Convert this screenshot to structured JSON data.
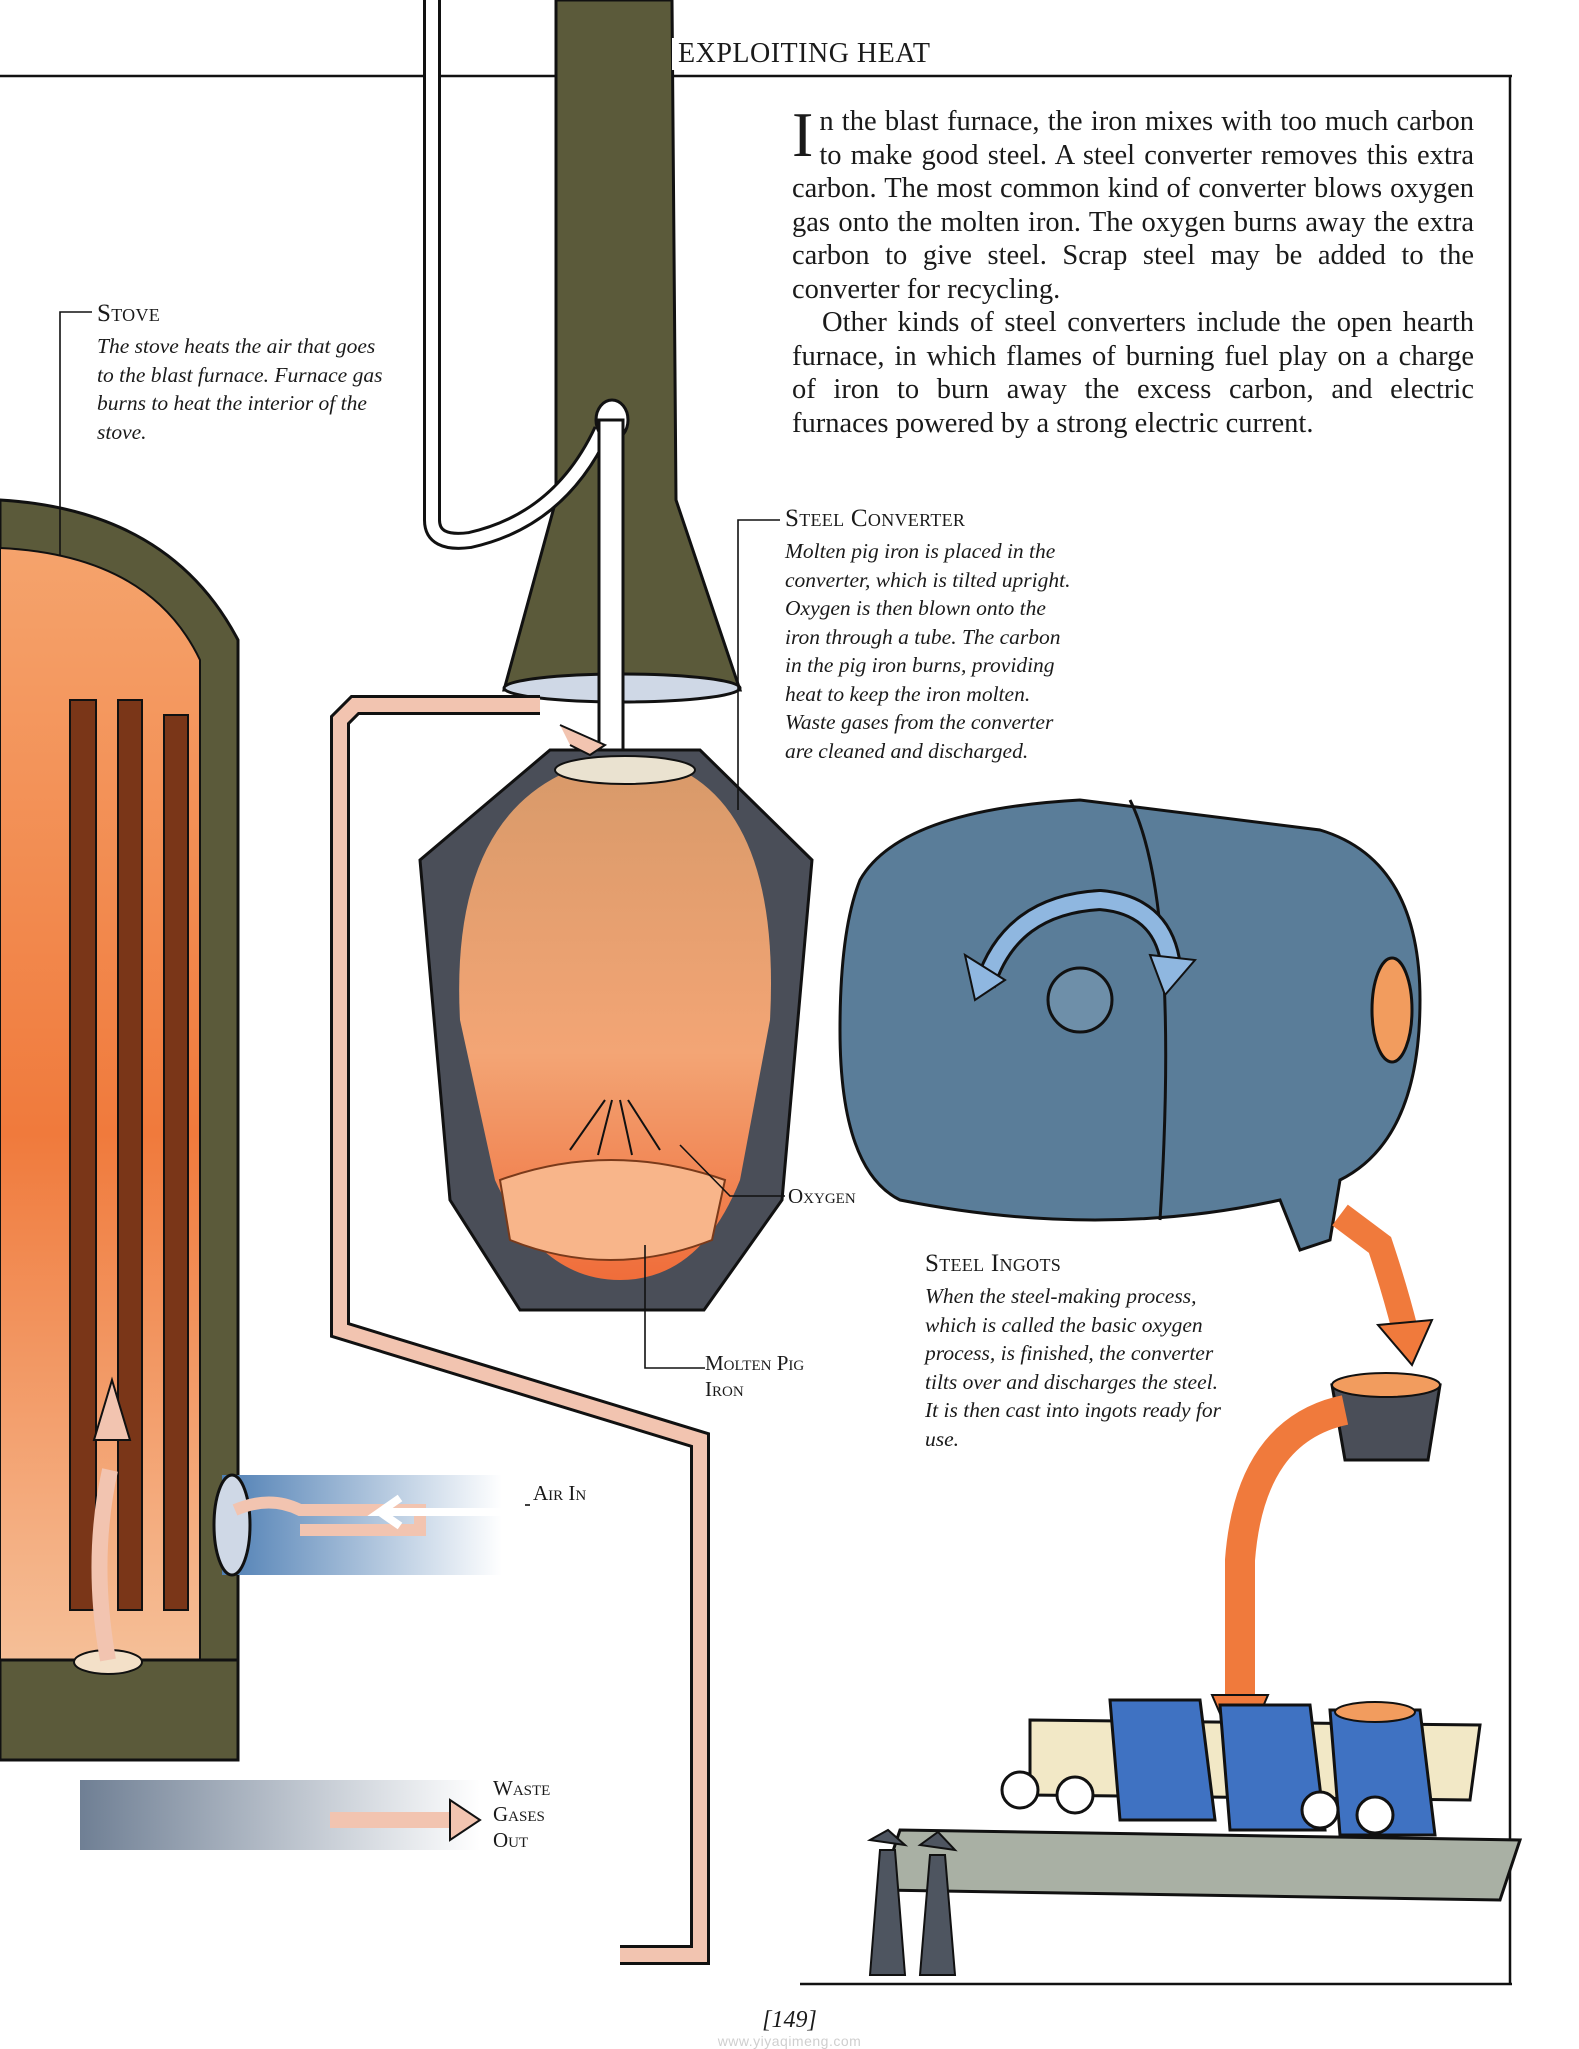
{
  "header": {
    "title": "EXPLOITING HEAT"
  },
  "intro": {
    "drop_cap": "I",
    "paragraph_1_rest": "n the blast furnace, the iron mixes with too much carbon to make good steel. A steel converter removes this extra carbon. The most common kind of converter blows oxygen gas onto the molten iron. The oxygen burns away the extra carbon to give steel. Scrap steel may be added to the converter for recycling.",
    "paragraph_2": "Other kinds of steel converters include the open hearth furnace, in which flames of burning fuel play on a charge of iron to burn away the excess carbon, and electric furnaces powered by a strong electric current."
  },
  "stove": {
    "title": "Stove",
    "text": "The stove heats the air that goes to the blast furnace. Furnace gas burns to heat the interior of the stove."
  },
  "steel_converter": {
    "title": "Steel Converter",
    "text": "Molten pig iron is placed in the converter, which is tilted upright. Oxygen is then blown onto the iron through a tube. The carbon in the pig iron burns, providing heat to keep the iron molten. Waste gases from the converter are cleaned and discharged."
  },
  "steel_ingots": {
    "title": "Steel Ingots",
    "text": "When the steel-making process, which is called the basic oxygen process, is finished, the converter tilts over and discharges the steel. It is then cast into ingots ready for use."
  },
  "labels": {
    "oxygen": "Oxygen",
    "molten_pig_iron": "Molten Pig Iron",
    "air_in": "Air In",
    "waste_gases_out": "Waste Gases Out"
  },
  "footer": {
    "page_number": "[149]",
    "watermark": "www.yiyaqimeng.com"
  },
  "colors": {
    "furnace_orange": "#f08a4b",
    "converter_blue": "#5a7d99",
    "hood_olive": "#5b5a3a",
    "pipe_pink": "#f2c4b0",
    "ingot_blue": "#3f72c2"
  }
}
